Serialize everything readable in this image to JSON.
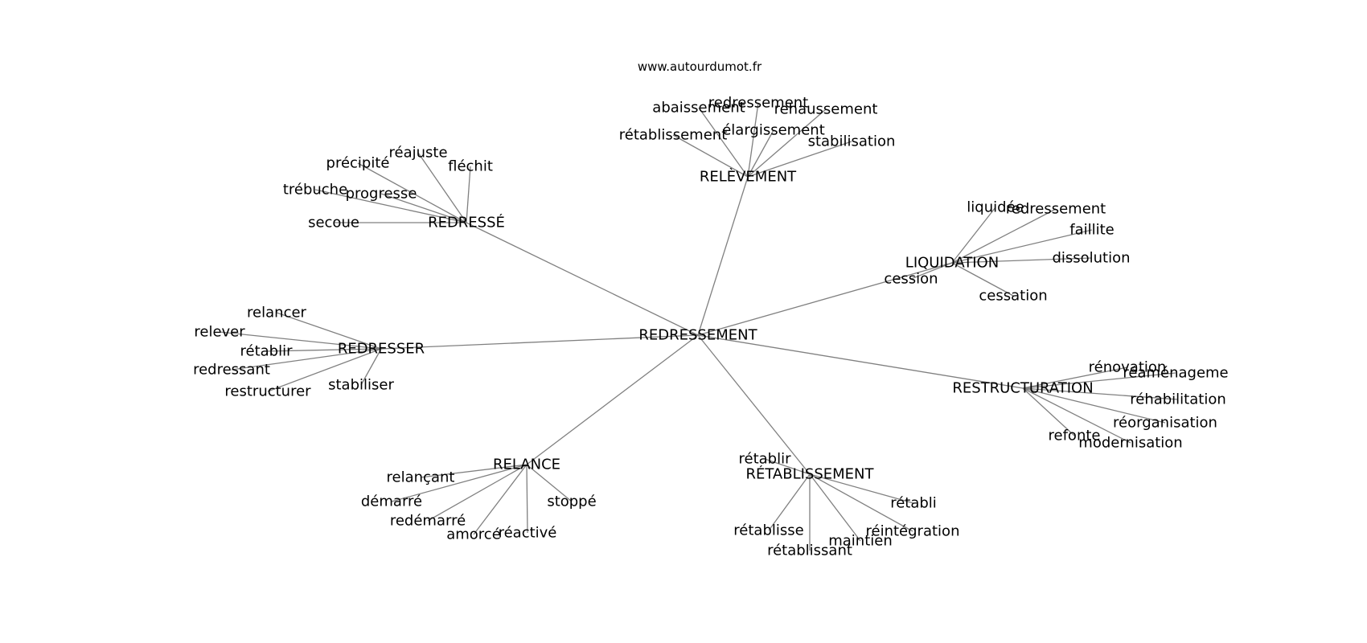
{
  "site": "www.autourdumot.fr",
  "center": "REDRESSEMENT",
  "groups": [
    {
      "label": "RELÈVEMENT",
      "leaves": [
        "abaissement",
        "redressement",
        "rehaussement",
        "rétablissement",
        "élargissement",
        "stabilisation"
      ]
    },
    {
      "label": "REDRESSÉ",
      "leaves": [
        "précipité",
        "réajuste",
        "fléchit",
        "trébuche",
        "progresse",
        "secoue"
      ]
    },
    {
      "label": "LIQUIDATION",
      "leaves": [
        "liquidée",
        "redressement",
        "faillite",
        "dissolution",
        "cession",
        "cessation"
      ]
    },
    {
      "label": "REDRESSER",
      "leaves": [
        "relancer",
        "relever",
        "rétablir",
        "redressant",
        "restructurer",
        "stabiliser"
      ]
    },
    {
      "label": "RESTRUCTURATION",
      "leaves": [
        "rénovation",
        "réaménageme",
        "réhabilitation",
        "réorganisation",
        "refonte",
        "modernisation"
      ]
    },
    {
      "label": "RELANCE",
      "leaves": [
        "relançant",
        "démarré",
        "redémarré",
        "amorcé",
        "réactivé",
        "stoppé"
      ]
    },
    {
      "label": "RÉTABLISSEMENT",
      "leaves": [
        "rétablir",
        "rétabli",
        "rétablisse",
        "rétablissant",
        "maintien",
        "réintégration"
      ]
    }
  ]
}
